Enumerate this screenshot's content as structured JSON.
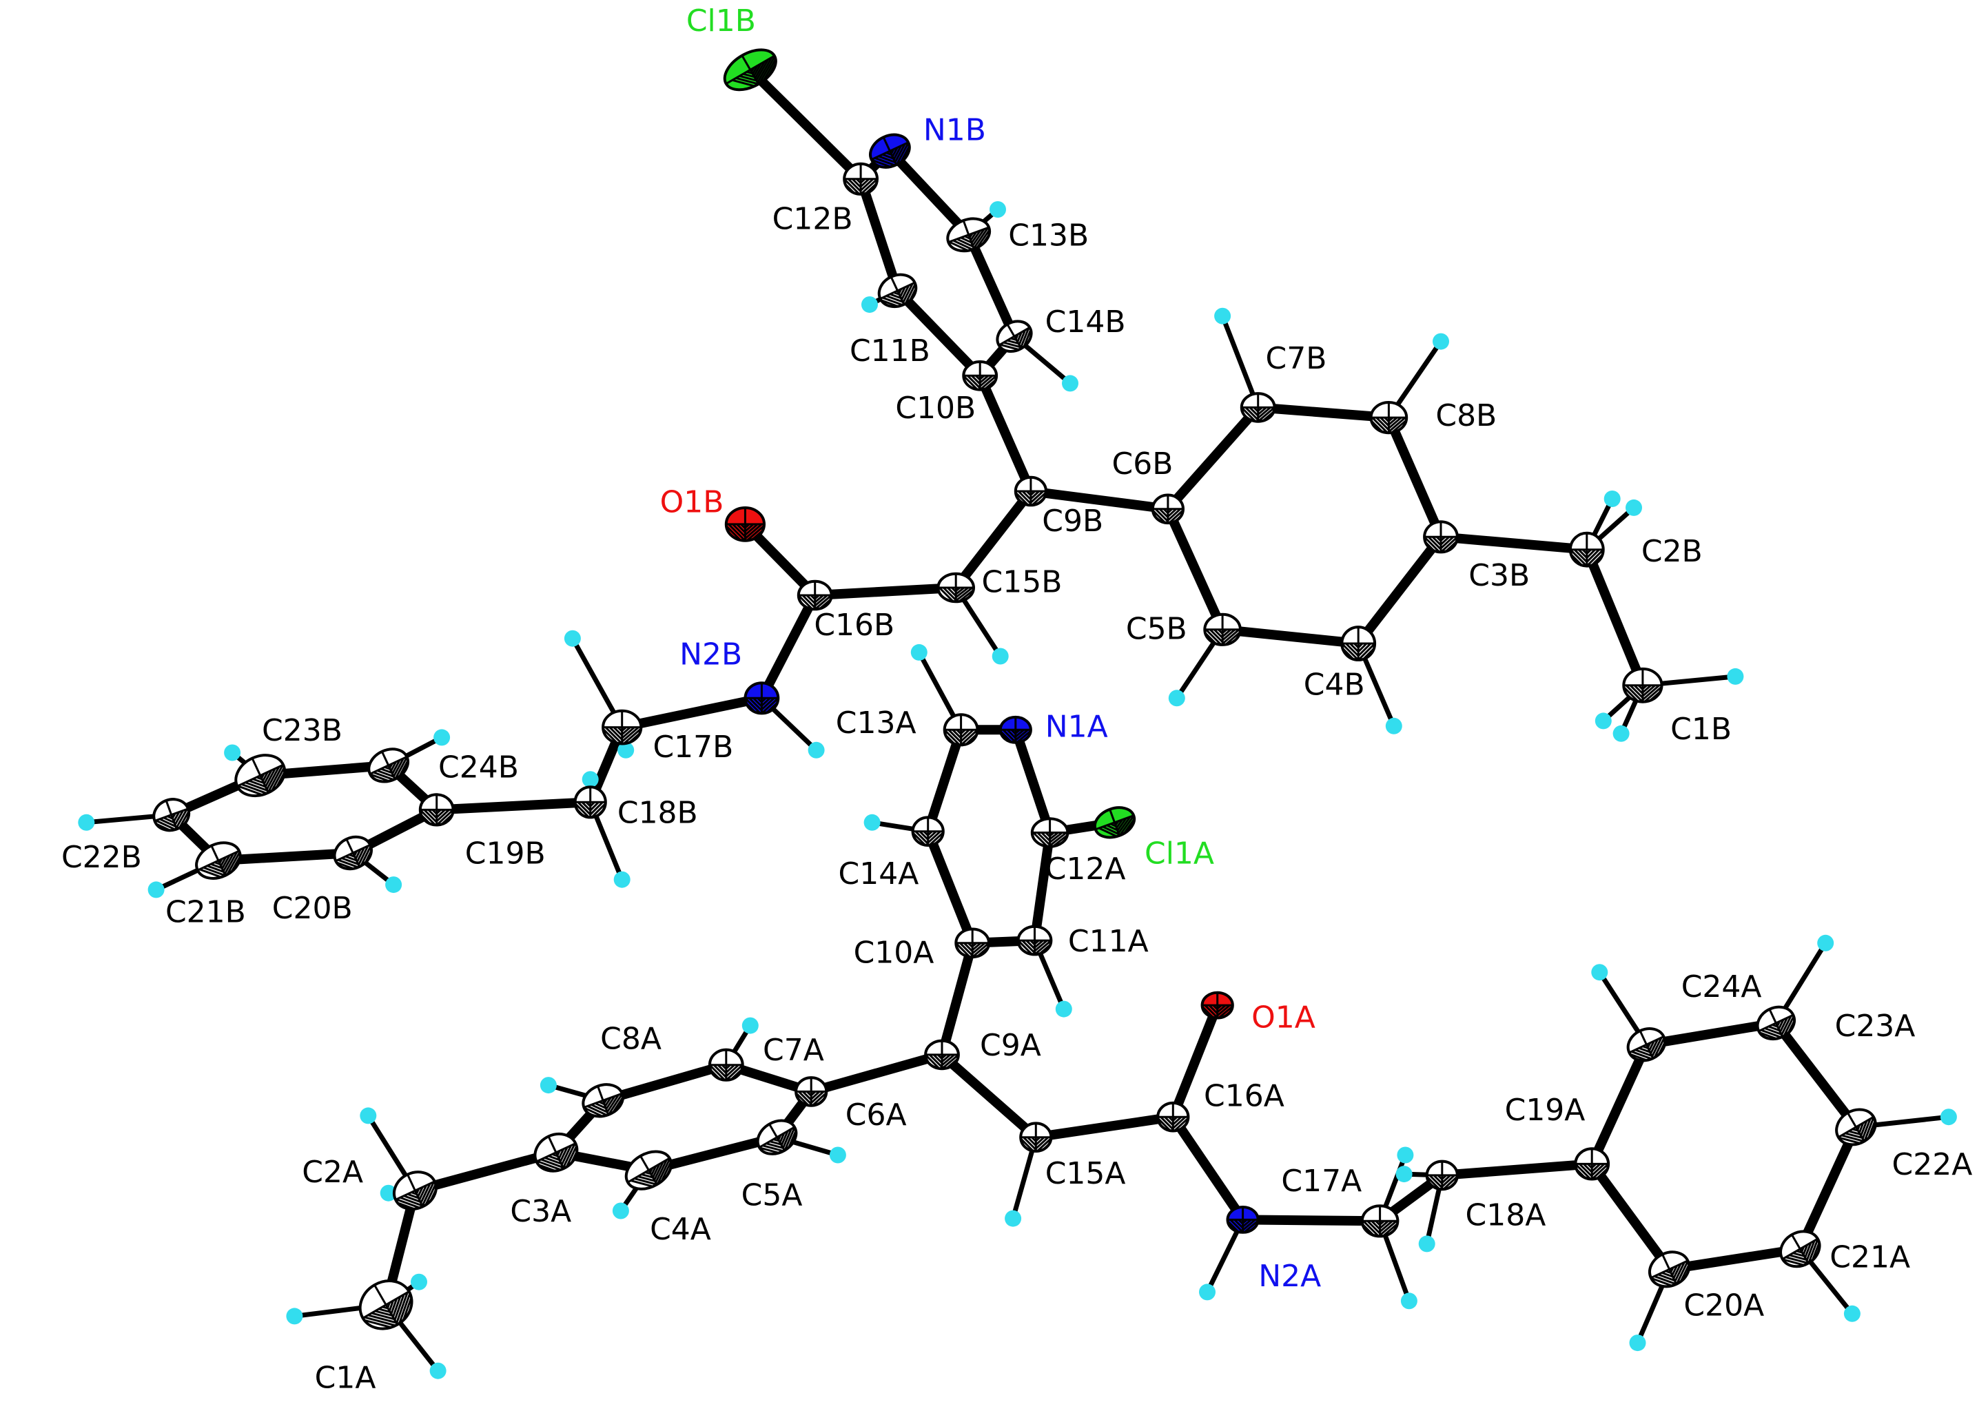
{
  "colors": {
    "carbon": "#ffffff",
    "nitrogen": "#1010ee",
    "oxygen": "#ee1010",
    "chlorine": "#22dd22",
    "hydrogen": "#33ddee",
    "bond": "#000000",
    "label_C": "#000000",
    "label_N": "#1010ee",
    "label_O": "#ee1010",
    "label_Cl": "#22dd22"
  },
  "atoms": [
    {
      "id": "Cl1B",
      "el": "Cl"
    },
    {
      "id": "N1B",
      "el": "N"
    },
    {
      "id": "C12B",
      "el": "C"
    },
    {
      "id": "C13B",
      "el": "C"
    },
    {
      "id": "C11B",
      "el": "C"
    },
    {
      "id": "C14B",
      "el": "C"
    },
    {
      "id": "C10B",
      "el": "C"
    },
    {
      "id": "C9B",
      "el": "C"
    },
    {
      "id": "C6B",
      "el": "C"
    },
    {
      "id": "C7B",
      "el": "C"
    },
    {
      "id": "C8B",
      "el": "C"
    },
    {
      "id": "C3B",
      "el": "C"
    },
    {
      "id": "C4B",
      "el": "C"
    },
    {
      "id": "C5B",
      "el": "C"
    },
    {
      "id": "C2B",
      "el": "C"
    },
    {
      "id": "C1B",
      "el": "C"
    },
    {
      "id": "C15B",
      "el": "C"
    },
    {
      "id": "C16B",
      "el": "C"
    },
    {
      "id": "O1B",
      "el": "O"
    },
    {
      "id": "N2B",
      "el": "N"
    },
    {
      "id": "C17B",
      "el": "C"
    },
    {
      "id": "C18B",
      "el": "C"
    },
    {
      "id": "C19B",
      "el": "C"
    },
    {
      "id": "C24B",
      "el": "C"
    },
    {
      "id": "C23B",
      "el": "C"
    },
    {
      "id": "C22B",
      "el": "C"
    },
    {
      "id": "C21B",
      "el": "C"
    },
    {
      "id": "C20B",
      "el": "C"
    },
    {
      "id": "C13A",
      "el": "C"
    },
    {
      "id": "N1A",
      "el": "N"
    },
    {
      "id": "C12A",
      "el": "C"
    },
    {
      "id": "Cl1A",
      "el": "Cl"
    },
    {
      "id": "C14A",
      "el": "C"
    },
    {
      "id": "C10A",
      "el": "C"
    },
    {
      "id": "C11A",
      "el": "C"
    },
    {
      "id": "C9A",
      "el": "C"
    },
    {
      "id": "C6A",
      "el": "C"
    },
    {
      "id": "C7A",
      "el": "C"
    },
    {
      "id": "C8A",
      "el": "C"
    },
    {
      "id": "C3A",
      "el": "C"
    },
    {
      "id": "C4A",
      "el": "C"
    },
    {
      "id": "C5A",
      "el": "C"
    },
    {
      "id": "C2A",
      "el": "C"
    },
    {
      "id": "C1A",
      "el": "C"
    },
    {
      "id": "C15A",
      "el": "C"
    },
    {
      "id": "C16A",
      "el": "C"
    },
    {
      "id": "O1A",
      "el": "O"
    },
    {
      "id": "N2A",
      "el": "N"
    },
    {
      "id": "C17A",
      "el": "C"
    },
    {
      "id": "C18A",
      "el": "C"
    },
    {
      "id": "C19A",
      "el": "C"
    },
    {
      "id": "C24A",
      "el": "C"
    },
    {
      "id": "C23A",
      "el": "C"
    },
    {
      "id": "C22A",
      "el": "C"
    },
    {
      "id": "C21A",
      "el": "C"
    },
    {
      "id": "C20A",
      "el": "C"
    }
  ],
  "bonds": [
    [
      "Cl1B",
      "C12B"
    ],
    [
      "C12B",
      "N1B"
    ],
    [
      "N1B",
      "C13B"
    ],
    [
      "C13B",
      "C14B"
    ],
    [
      "C14B",
      "C10B"
    ],
    [
      "C10B",
      "C11B"
    ],
    [
      "C11B",
      "C12B"
    ],
    [
      "C10B",
      "C9B"
    ],
    [
      "C9B",
      "C6B"
    ],
    [
      "C6B",
      "C7B"
    ],
    [
      "C7B",
      "C8B"
    ],
    [
      "C8B",
      "C3B"
    ],
    [
      "C3B",
      "C4B"
    ],
    [
      "C4B",
      "C5B"
    ],
    [
      "C5B",
      "C6B"
    ],
    [
      "C3B",
      "C2B"
    ],
    [
      "C2B",
      "C1B"
    ],
    [
      "C9B",
      "C15B"
    ],
    [
      "C15B",
      "C16B"
    ],
    [
      "C16B",
      "O1B"
    ],
    [
      "C16B",
      "N2B"
    ],
    [
      "N2B",
      "C17B"
    ],
    [
      "C17B",
      "C18B"
    ],
    [
      "C18B",
      "C19B"
    ],
    [
      "C19B",
      "C24B"
    ],
    [
      "C24B",
      "C23B"
    ],
    [
      "C23B",
      "C22B"
    ],
    [
      "C22B",
      "C21B"
    ],
    [
      "C21B",
      "C20B"
    ],
    [
      "C20B",
      "C19B"
    ],
    [
      "C13A",
      "N1A"
    ],
    [
      "N1A",
      "C12A"
    ],
    [
      "C12A",
      "Cl1A"
    ],
    [
      "C12A",
      "C11A"
    ],
    [
      "C11A",
      "C10A"
    ],
    [
      "C10A",
      "C14A"
    ],
    [
      "C14A",
      "C13A"
    ],
    [
      "C10A",
      "C9A"
    ],
    [
      "C9A",
      "C6A"
    ],
    [
      "C6A",
      "C7A"
    ],
    [
      "C7A",
      "C8A"
    ],
    [
      "C8A",
      "C3A"
    ],
    [
      "C3A",
      "C4A"
    ],
    [
      "C4A",
      "C5A"
    ],
    [
      "C5A",
      "C6A"
    ],
    [
      "C3A",
      "C2A"
    ],
    [
      "C2A",
      "C1A"
    ],
    [
      "C9A",
      "C15A"
    ],
    [
      "C15A",
      "C16A"
    ],
    [
      "C16A",
      "O1A"
    ],
    [
      "C16A",
      "N2A"
    ],
    [
      "N2A",
      "C17A"
    ],
    [
      "C17A",
      "C18A"
    ],
    [
      "C18A",
      "C19A"
    ],
    [
      "C19A",
      "C24A"
    ],
    [
      "C24A",
      "C23A"
    ],
    [
      "C23A",
      "C22A"
    ],
    [
      "C22A",
      "C21A"
    ],
    [
      "C21A",
      "C20A"
    ],
    [
      "C20A",
      "C19A"
    ]
  ]
}
